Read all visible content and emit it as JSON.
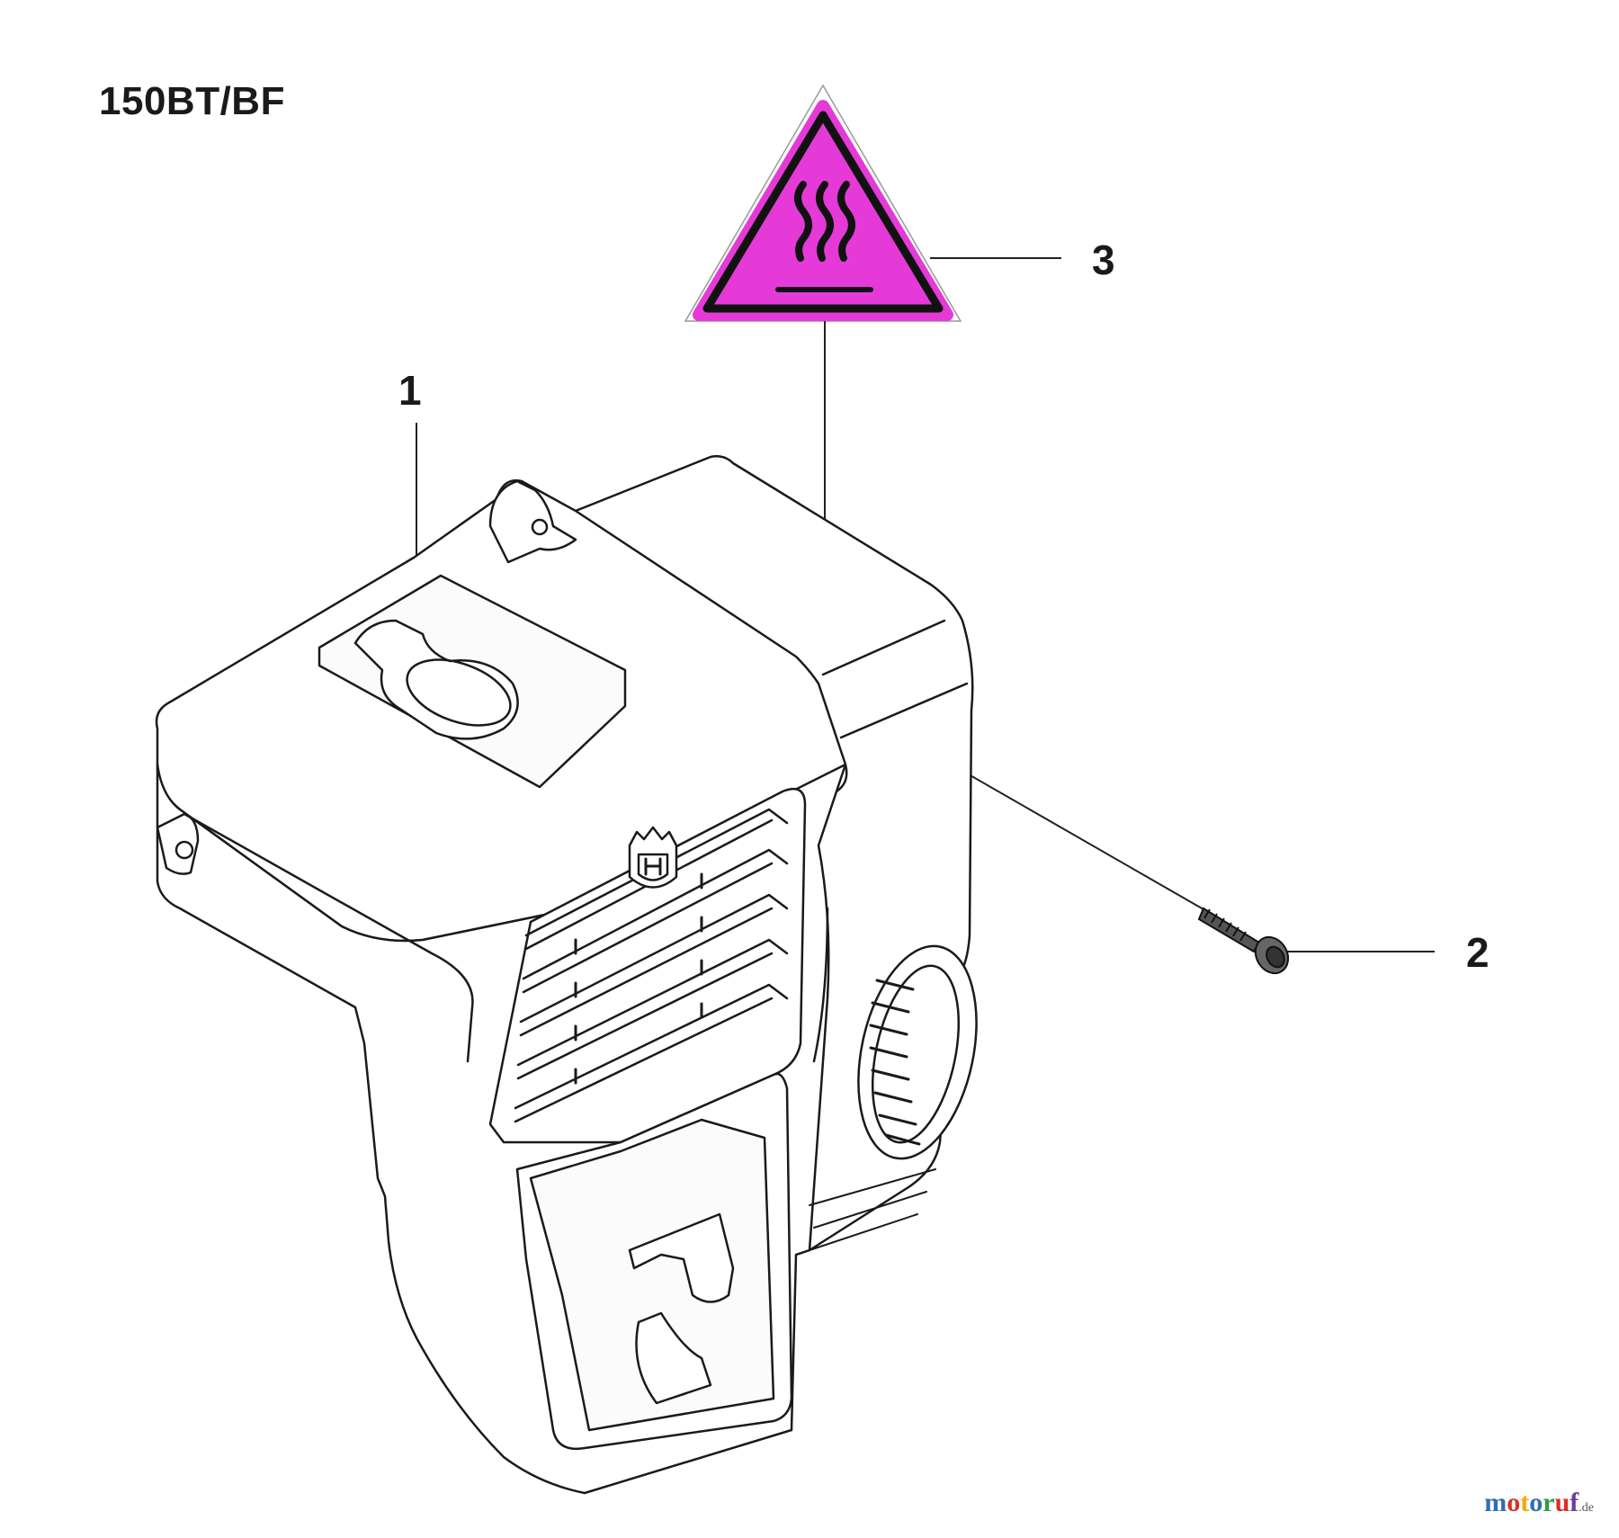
{
  "model": "150BT/BF",
  "callouts": [
    {
      "number": "1",
      "part": "cylinder cover"
    },
    {
      "number": "2",
      "part": "screw"
    },
    {
      "number": "3",
      "part": "hot surface warning decal"
    }
  ],
  "warning_sign": {
    "icon": "hot-surface-icon",
    "fill_color": "#e53ad8",
    "border_color": "#111111"
  },
  "watermark": {
    "letters": [
      "m",
      "o",
      "t",
      "o",
      "r",
      "u",
      "f"
    ],
    "colors": [
      "#2f6db5",
      "#d93025",
      "#f2a900",
      "#2f6db5",
      "#2e9e44",
      "#d93025",
      "#6a3d9a"
    ],
    "suffix": ".de"
  }
}
